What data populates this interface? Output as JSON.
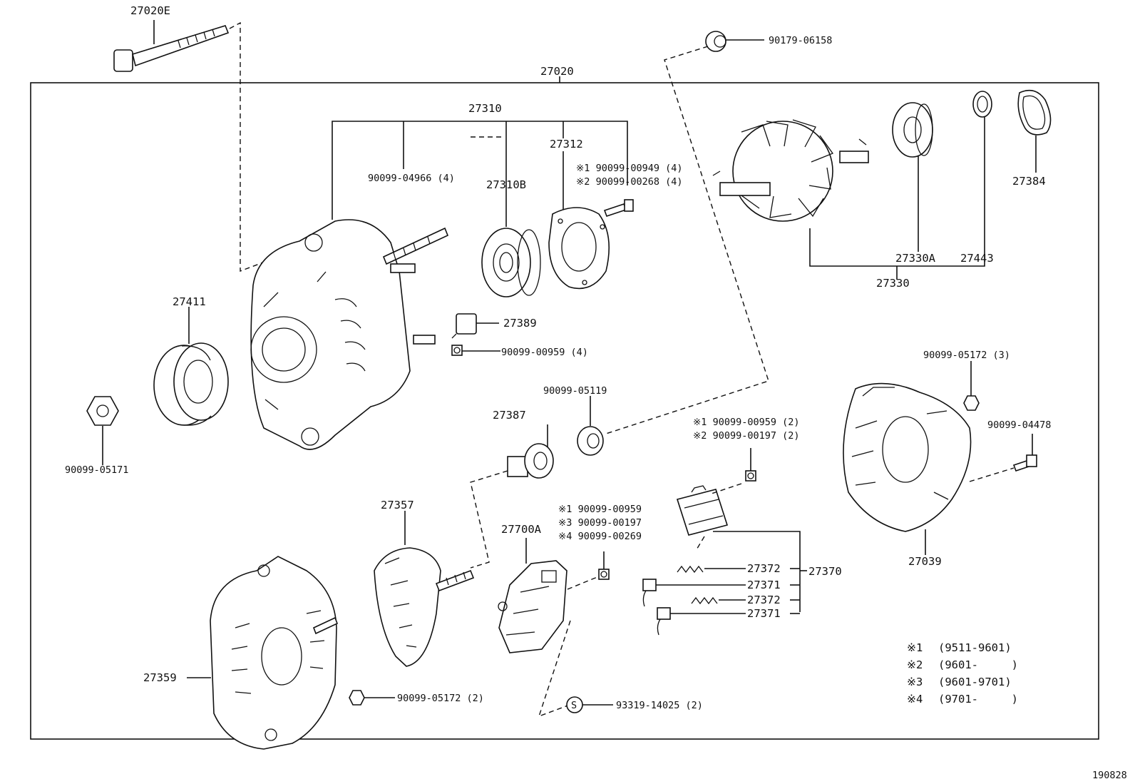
{
  "labels": {
    "bolt_27020E": "27020E",
    "assy_27020": "27020",
    "frame_27310": "27310",
    "bearing_27310B": "27310B",
    "plate_27312": "27312",
    "stud_04966": "90099-04966 (4)",
    "screw_00949": "※1 90099-00949 (4)",
    "screw_00268": "※2 90099-00268 (4)",
    "pulley_27411": "27411",
    "nut_05171": "90099-05171",
    "insulator_27389": "27389",
    "screw_00959a": "90099-00959 (4)",
    "nut_06158": "90179-06158",
    "bearing_27330A": "27330A",
    "washer_27443": "27443",
    "rotor_27330": "27330",
    "cover_27384": "27384",
    "bush_27387": "27387",
    "cap_05119": "90099-05119",
    "rect_27357": "27357",
    "reg_27700A": "27700A",
    "screw_00959b": "※1 90099-00959",
    "screw_00197b": "※3 90099-00197",
    "screw_00269": "※4 90099-00269",
    "screw_00959c": "※1 90099-00959 (2)",
    "screw_00197c": "※2 90099-00197 (2)",
    "spring_27372a": "27372",
    "brush_27371a": "27371",
    "spring_27372b": "27372",
    "brush_27371b": "27371",
    "holder_27370": "27370",
    "nut_05172a": "90099-05172 (3)",
    "bolt_04478": "90099-04478",
    "rearcover_27039": "27039",
    "frame_27359": "27359",
    "nut_05172b": "90099-05172 (2)",
    "bolt_14025": "93319-14025 (2)",
    "s_mark": "S",
    "diagram_id": "190828"
  },
  "legend": [
    {
      "mark": "※1",
      "range": "(9511-9601)"
    },
    {
      "mark": "※2",
      "range": "(9601-     )"
    },
    {
      "mark": "※3",
      "range": "(9601-9701)"
    },
    {
      "mark": "※4",
      "range": "(9701-     )"
    }
  ]
}
